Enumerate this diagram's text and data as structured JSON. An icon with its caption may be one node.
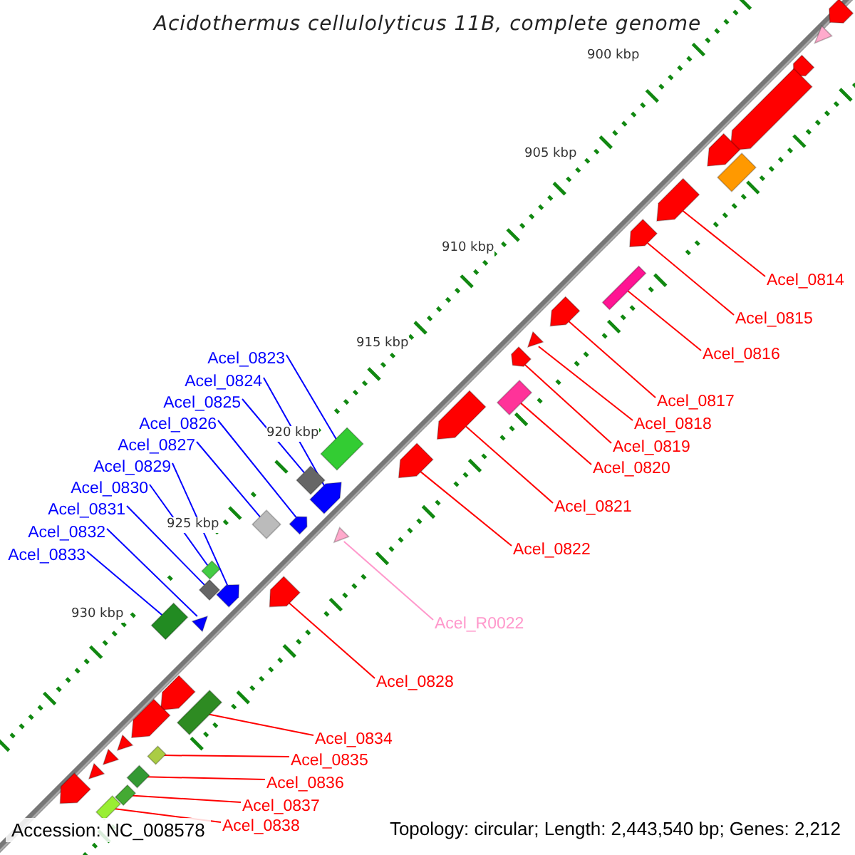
{
  "diagram": {
    "title": "Acidothermus cellulolyticus 11B, complete genome",
    "nodes": [
      {
        "text": [
          "Acel_0814"
        ]
      },
      {
        "text": [
          "Acel_0815"
        ]
      },
      {
        "text": [
          "Acel_0816"
        ]
      },
      {
        "text": [
          "Acel_0823"
        ]
      },
      {
        "text": [
          "Acel_0824"
        ]
      },
      {
        "text": [
          "Acel_0817"
        ]
      },
      {
        "text": [
          "Acel_0825"
        ]
      },
      {
        "text": [
          "Acel_0818"
        ]
      },
      {
        "text": [
          "Acel_0826"
        ]
      },
      {
        "text": [
          "Acel_0827"
        ]
      },
      {
        "text": [
          "Acel_0819"
        ]
      },
      {
        "text": [
          "Acel_0829"
        ]
      },
      {
        "text": [
          "Acel_0820"
        ]
      },
      {
        "text": [
          "Acel_0830"
        ]
      },
      {
        "text": [
          "Acel_0821"
        ]
      },
      {
        "text": [
          "Acel_0831"
        ]
      },
      {
        "text": [
          "Acel_0832"
        ]
      },
      {
        "text": [
          "Acel_0822"
        ]
      },
      {
        "text": [
          "Acel_0833"
        ]
      },
      {
        "text": [
          "Acel_R0022"
        ]
      },
      {
        "text": [
          "Acel_0828"
        ]
      },
      {
        "text": [
          "Acel_0834"
        ]
      },
      {
        "text": [
          "Acel_0835"
        ]
      },
      {
        "text": [
          "Acel_0836"
        ]
      },
      {
        "text": [
          "Acel_0837"
        ]
      },
      {
        "text": [
          "Acel_0838"
        ]
      },
      {
        "text": [],
        "shape": "pentagon"
      },
      {
        "text": [],
        "shape": "pentagon"
      },
      {
        "text": [],
        "shape": "box"
      },
      {
        "text": [],
        "shape": "box"
      },
      {
        "text": [],
        "shape": "pentagon"
      },
      {
        "text": [],
        "shape": "pentagon"
      },
      {
        "text": [],
        "shape": "diamond"
      },
      {
        "text": [],
        "shape": "triangle"
      },
      {
        "text": [],
        "shape": "pentagon"
      },
      {
        "text": [],
        "shape": "diamond"
      },
      {
        "text": [],
        "shape": "pentagon"
      },
      {
        "text": [],
        "shape": "pentagon"
      },
      {
        "text": [],
        "shape": "box"
      },
      {
        "text": [],
        "shape": "diamond"
      },
      {
        "text": [],
        "shape": "pentagon"
      },
      {
        "text": [],
        "shape": "diamond"
      },
      {
        "text": [],
        "shape": "triangle"
      },
      {
        "text": [],
        "shape": "pentagon"
      },
      {
        "text": [],
        "shape": "box"
      },
      {
        "text": [],
        "shape": "triangle"
      },
      {
        "text": [],
        "shape": "pentagon"
      },
      {
        "text": [],
        "shape": "box"
      },
      {
        "text": [],
        "shape": "diamond"
      },
      {
        "text": [],
        "shape": "diamond"
      },
      {
        "text": [],
        "shape": "box"
      },
      {
        "text": [],
        "shape": "box"
      },
      {
        "text": [],
        "shape": "pentagon"
      },
      {
        "text": [],
        "shape": "triangle"
      },
      {
        "text": [],
        "shape": "pentagon"
      },
      {
        "text": [],
        "shape": "pentagon"
      },
      {
        "text": [],
        "shape": "pentagon"
      },
      {
        "text": [],
        "shape": "box"
      },
      {
        "text": [],
        "shape": "pentagon"
      },
      {
        "text": [],
        "shape": "pentagon"
      },
      {
        "text": [],
        "shape": "triangle"
      },
      {
        "text": [],
        "shape": "triangle"
      },
      {
        "text": [],
        "shape": "triangle"
      },
      {
        "text": [],
        "shape": "pentagon"
      }
    ],
    "edges": [
      {
        "from": 0,
        "to": 26,
        "arrow": "none"
      },
      {
        "from": 1,
        "to": 27,
        "arrow": "none"
      },
      {
        "from": 2,
        "to": 28,
        "arrow": "none"
      },
      {
        "from": 3,
        "to": 29,
        "arrow": "none",
        "color": "#0000ff"
      },
      {
        "from": 4,
        "to": 30,
        "arrow": "none",
        "color": "#0000ff"
      },
      {
        "from": 5,
        "to": 31,
        "arrow": "none"
      },
      {
        "from": 6,
        "to": 32,
        "arrow": "none",
        "color": "#0000ff"
      },
      {
        "from": 7,
        "to": 33,
        "arrow": "none"
      },
      {
        "from": 8,
        "to": 34,
        "arrow": "none",
        "color": "#0000ff"
      },
      {
        "from": 9,
        "to": 35,
        "arrow": "none",
        "color": "#0000ff"
      },
      {
        "from": 10,
        "to": 36,
        "arrow": "none"
      },
      {
        "from": 11,
        "to": 37,
        "arrow": "none",
        "color": "#0000ff"
      },
      {
        "from": 12,
        "to": 38,
        "arrow": "none"
      },
      {
        "from": 13,
        "to": 39,
        "arrow": "none",
        "color": "#0000ff"
      },
      {
        "from": 14,
        "to": 40,
        "arrow": "none"
      },
      {
        "from": 15,
        "to": 41,
        "arrow": "none",
        "color": "#0000ff"
      },
      {
        "from": 16,
        "to": 42,
        "arrow": "none",
        "color": "#0000ff"
      },
      {
        "from": 17,
        "to": 43,
        "arrow": "none"
      },
      {
        "from": 18,
        "to": 44,
        "arrow": "none",
        "color": "#0000ff"
      },
      {
        "from": 19,
        "to": 45,
        "arrow": "none",
        "color": "#ff99cc"
      },
      {
        "from": 20,
        "to": 46,
        "arrow": "none"
      },
      {
        "from": 21,
        "to": 47,
        "arrow": "none"
      },
      {
        "from": 22,
        "to": 48,
        "arrow": "none"
      },
      {
        "from": 23,
        "to": 49,
        "arrow": "none"
      },
      {
        "from": 24,
        "to": 50,
        "arrow": "none"
      },
      {
        "from": 25,
        "to": 51,
        "arrow": "none"
      }
    ],
    "labels": [
      "900 kbp",
      "905 kbp",
      "910 kbp",
      "915 kbp",
      "920 kbp",
      "925 kbp",
      "930 kbp",
      "Accession: NC_008578",
      "Topology: circular; Length: 2,443,540 bp; Genes: 2,212"
    ]
  }
}
